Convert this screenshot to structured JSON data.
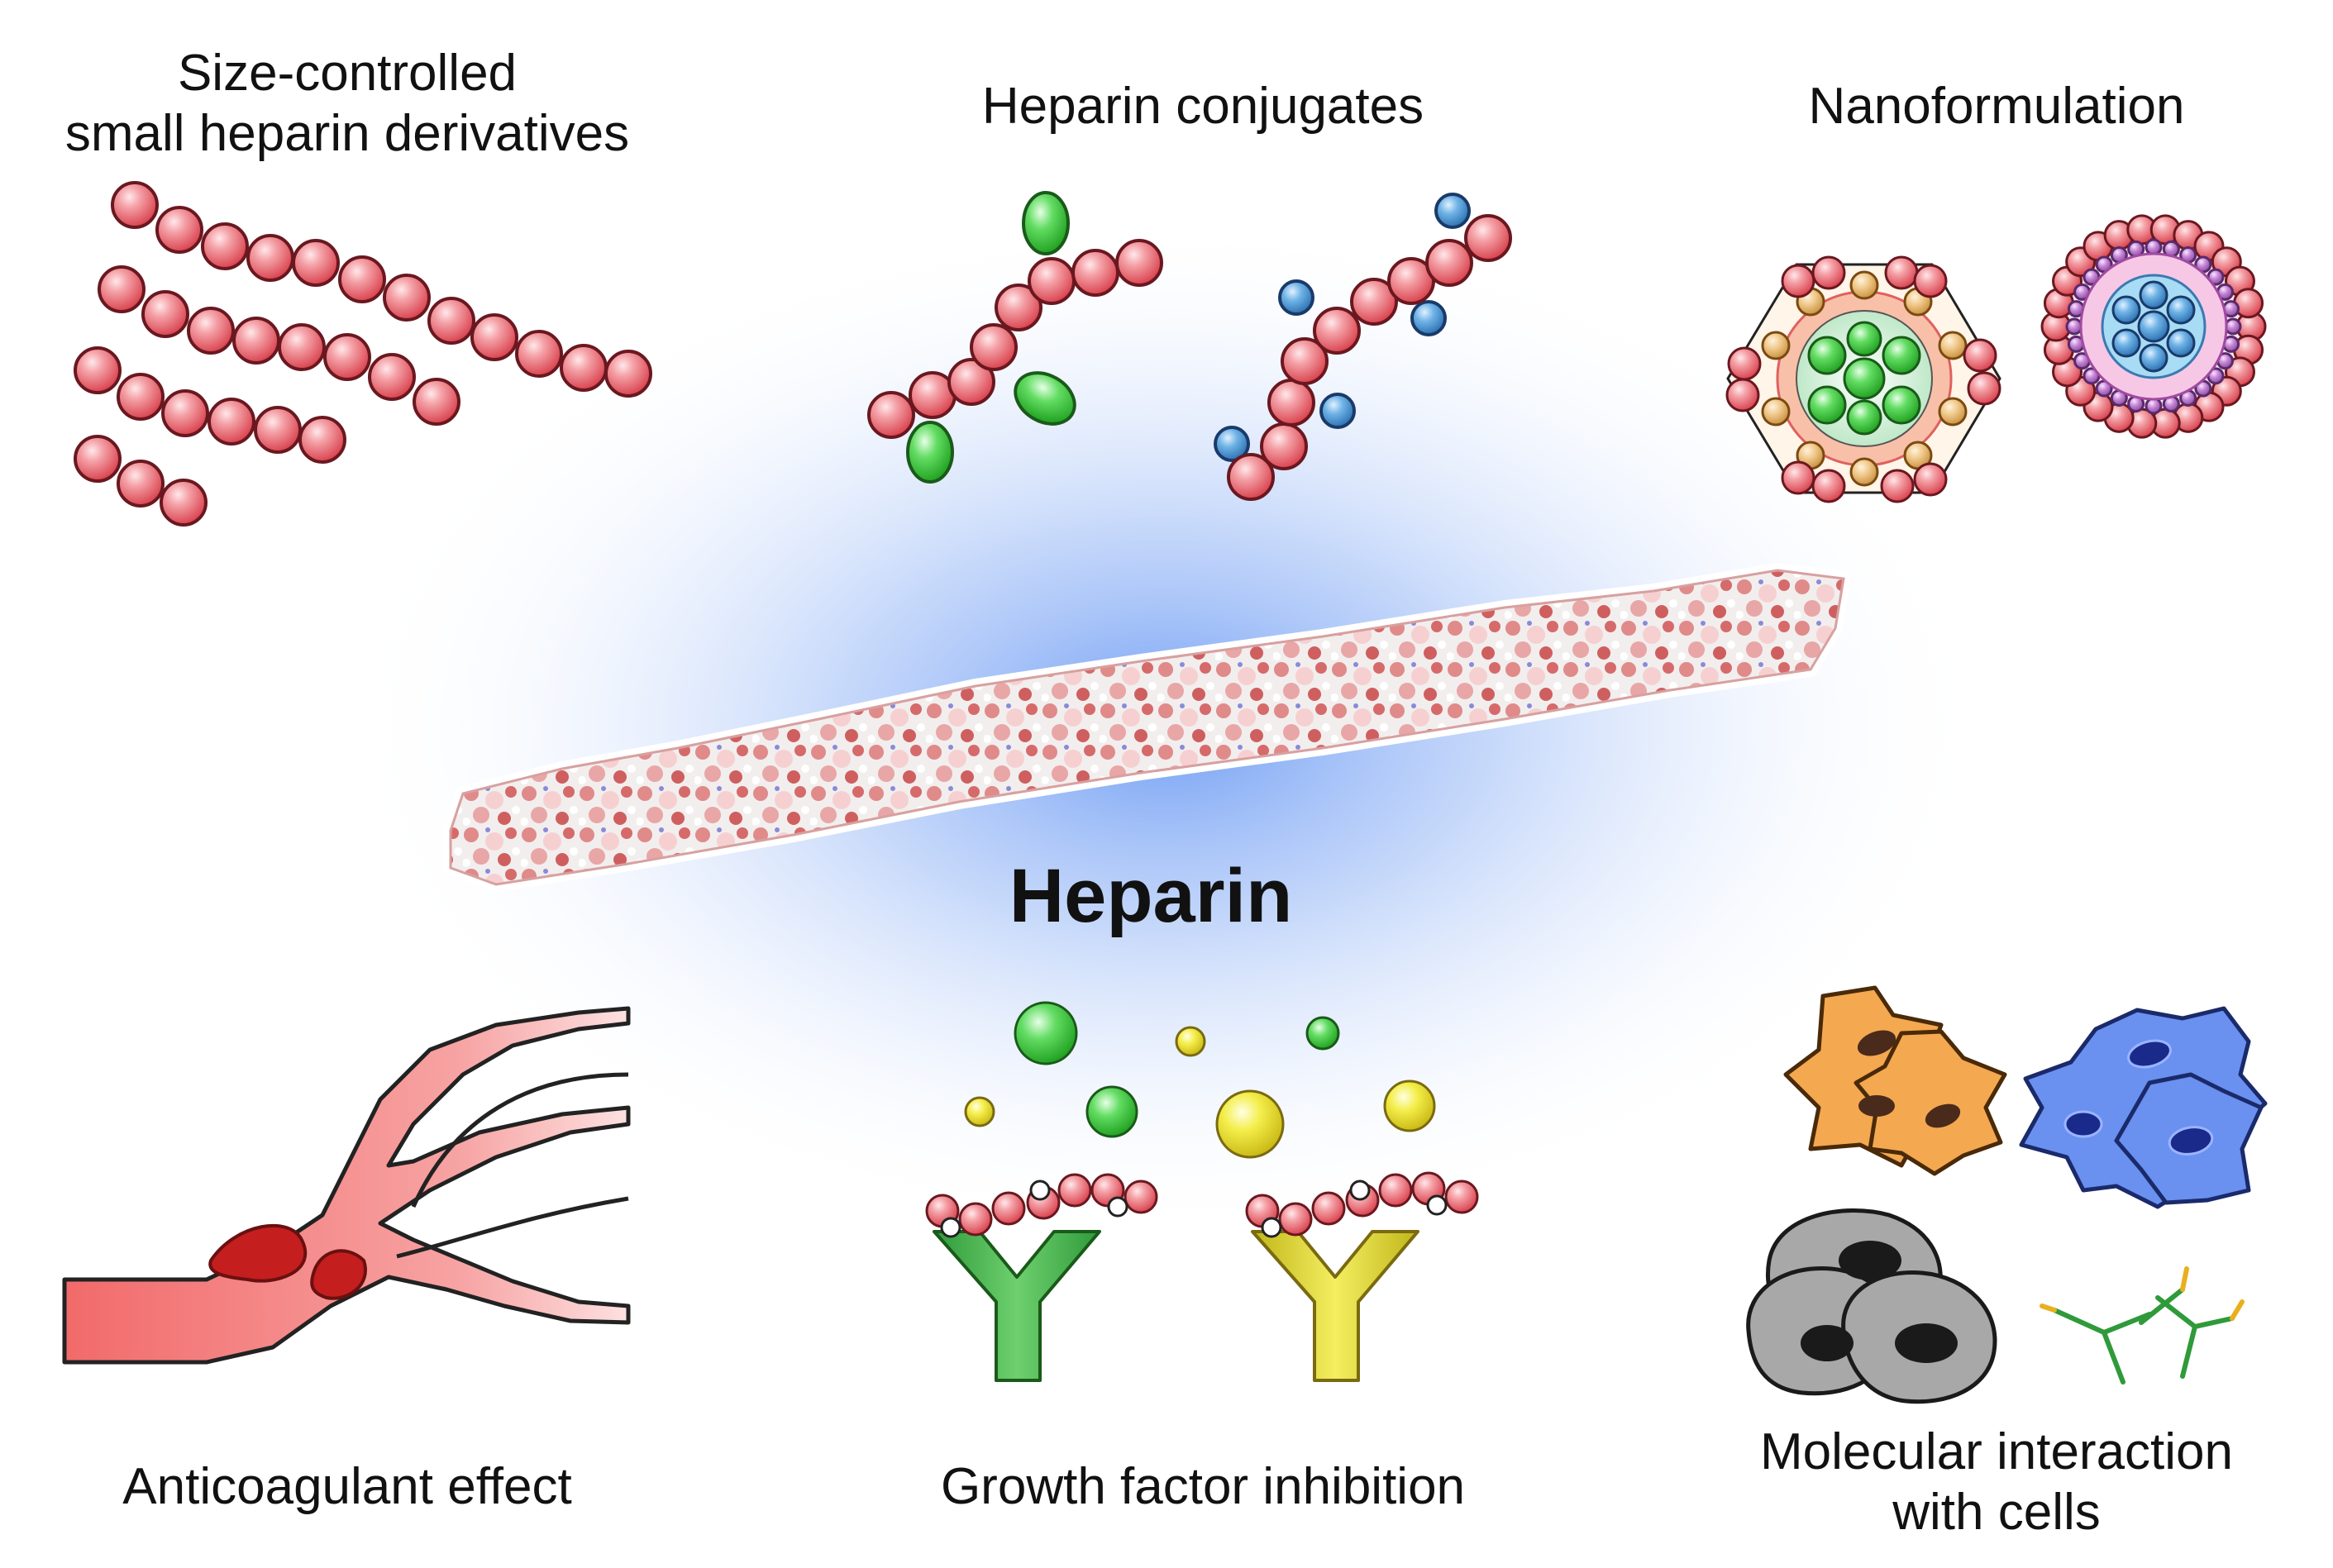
{
  "title": "Heparin",
  "labels": {
    "small_derivatives": [
      "Size-controlled",
      "small heparin derivatives"
    ],
    "conjugates": "Heparin conjugates",
    "nanoformulation": "Nanoformulation",
    "anticoagulant": "Anticoagulant effect",
    "growth_factor": "Growth factor inhibition",
    "molecular_interaction": [
      "Molecular interaction",
      "with cells"
    ]
  },
  "colors": {
    "bead": "#e45a62",
    "green": "#3fc43f",
    "blue": "#3d8fcc",
    "yellow": "#e8e030",
    "vessel": "#f48a8a",
    "clot": "#c41e1e",
    "glow": "#5a8ef2"
  }
}
